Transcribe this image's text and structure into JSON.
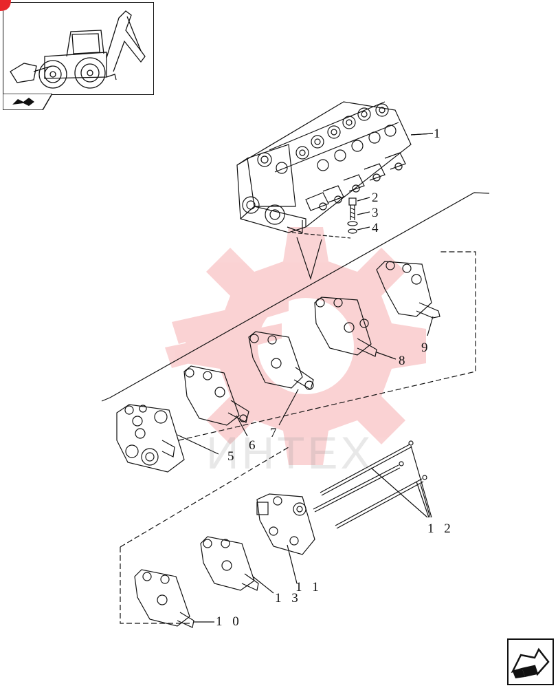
{
  "watermark": {
    "text": "ИНТЕХ",
    "color": "#e8262b"
  },
  "callouts": [
    {
      "id": "1",
      "text": "1"
    },
    {
      "id": "2",
      "text": "2"
    },
    {
      "id": "3",
      "text": "3"
    },
    {
      "id": "4",
      "text": "4"
    },
    {
      "id": "5",
      "text": "5"
    },
    {
      "id": "6",
      "text": "6"
    },
    {
      "id": "7",
      "text": "7"
    },
    {
      "id": "8",
      "text": "8"
    },
    {
      "id": "9",
      "text": "9"
    },
    {
      "id": "10",
      "text": "1 0"
    },
    {
      "id": "11",
      "text": "1 1"
    },
    {
      "id": "12",
      "text": "1 2"
    },
    {
      "id": "13",
      "text": "1 3"
    }
  ],
  "icons": {
    "thumbnail": "backhoe-loader-icon",
    "book": "open-book-icon",
    "next": "next-page-arrow-icon"
  }
}
